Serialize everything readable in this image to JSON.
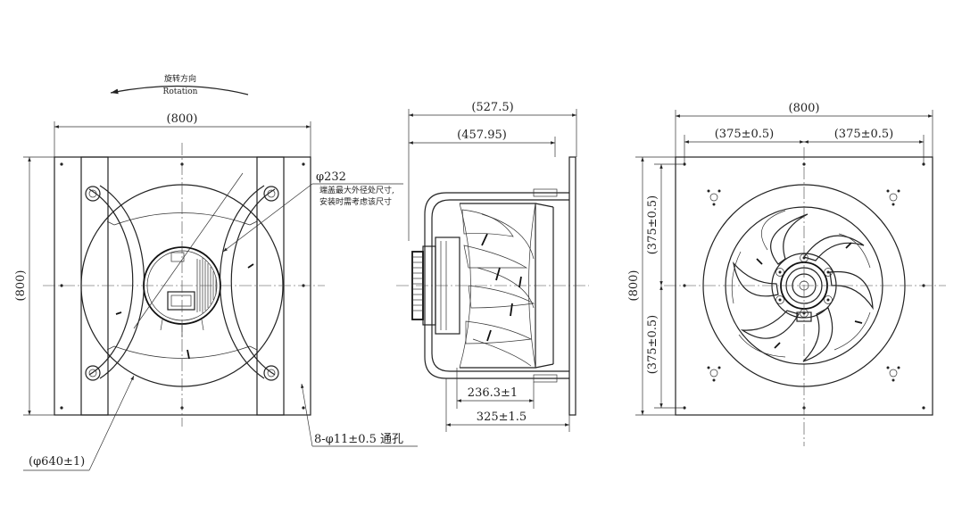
{
  "rotation": {
    "cn": "旋转方向",
    "en": "Rotation"
  },
  "front_view": {
    "width_dim": "(800)",
    "height_dim": "(800)",
    "end_cap_dia": "φ232",
    "end_cap_note_1": "端盖最大外径处尺寸,",
    "end_cap_note_2": "安装时需考虑该尺寸",
    "impeller_dia": "(φ640±1)",
    "mount_holes": "8-φ11±0.5 通孔"
  },
  "side_view": {
    "overall_depth": "(527.5)",
    "body_depth": "(457.95)",
    "inner_dim": "236.3±1",
    "frame_dim": "325±1.5"
  },
  "rear_view": {
    "width_dim": "(800)",
    "height_dim": "(800)",
    "half_left": "(375±0.5)",
    "half_right": "(375±0.5)",
    "half_top": "(375±0.5)",
    "half_bottom": "(375±0.5)"
  }
}
